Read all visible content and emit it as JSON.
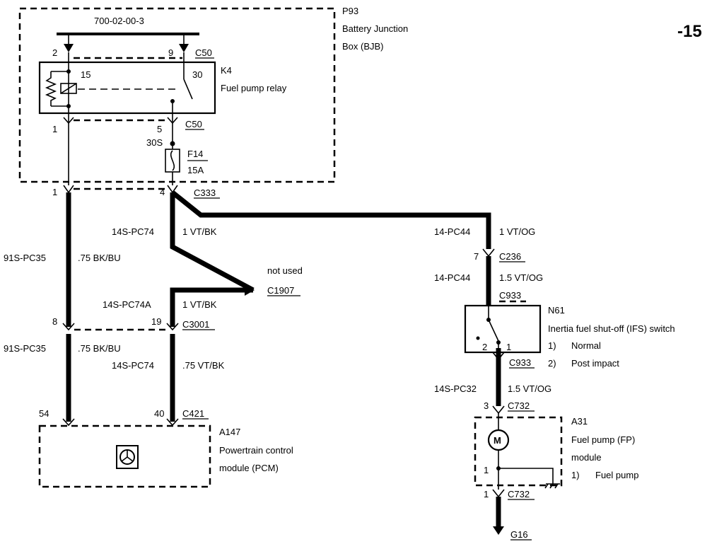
{
  "page_number": "-15",
  "bjb": {
    "id": "P93",
    "name_line1": "Battery Junction",
    "name_line2": "Box (BJB)",
    "bus_ref": "700-02-00-3"
  },
  "relay": {
    "id": "K4",
    "name": "Fuel pump relay",
    "pin_coil": "15",
    "pin_contact": "30"
  },
  "connectors": {
    "c50": "C50",
    "c333": "C333",
    "c236": "C236",
    "c933": "C933",
    "c1907": "C1907",
    "c3001": "C3001",
    "c421": "C421",
    "c732": "C732",
    "g16": "G16"
  },
  "pins": {
    "c50_top_left": "2",
    "c50_top_right": "9",
    "c50_bottom_left": "1",
    "c50_bottom_right": "5",
    "fuse_in": "30S",
    "c333_left": "1",
    "c333_right": "4",
    "c236": "7",
    "c3001_left": "8",
    "c3001_right": "19",
    "c421_left": "54",
    "c421_right": "40",
    "c732_top": "3",
    "fp_pin": "1",
    "c732_bottom": "1",
    "ifs_left": "2",
    "ifs_right": "1"
  },
  "fuse": {
    "id": "F14",
    "rating": "15A"
  },
  "wires": {
    "w1_circuit": "14S-PC74",
    "w1_spec": "1 VT/BK",
    "w2_circuit": "91S-PC35",
    "w2_spec": ".75 BK/BU",
    "w3_circuit": "14-PC44",
    "w3_spec": "1 VT/OG",
    "w4_circuit": "14-PC44",
    "w4_spec": "1.5 VT/OG",
    "w5_circuit": "14S-PC74A",
    "w5_spec": "1 VT/BK",
    "w6_circuit": "91S-PC35",
    "w6_spec": ".75 BK/BU",
    "w7_circuit": "14S-PC74",
    "w7_spec": ".75 VT/BK",
    "w8_circuit": "14S-PC32",
    "w8_spec": "1.5 VT/OG"
  },
  "not_used": "not used",
  "ifs": {
    "id": "N61",
    "name": "Inertia fuel shut-off (IFS) switch",
    "pos1": "1)",
    "pos1_label": "Normal",
    "pos2": "2)",
    "pos2_label": "Post impact"
  },
  "pcm": {
    "id": "A147",
    "name_line1": "Powertrain control",
    "name_line2": "module (PCM)"
  },
  "fp": {
    "id": "A31",
    "name_line1": "Fuel pump (FP)",
    "name_line2": "module",
    "item": "1)",
    "item_label": "Fuel pump",
    "motor": "M"
  }
}
